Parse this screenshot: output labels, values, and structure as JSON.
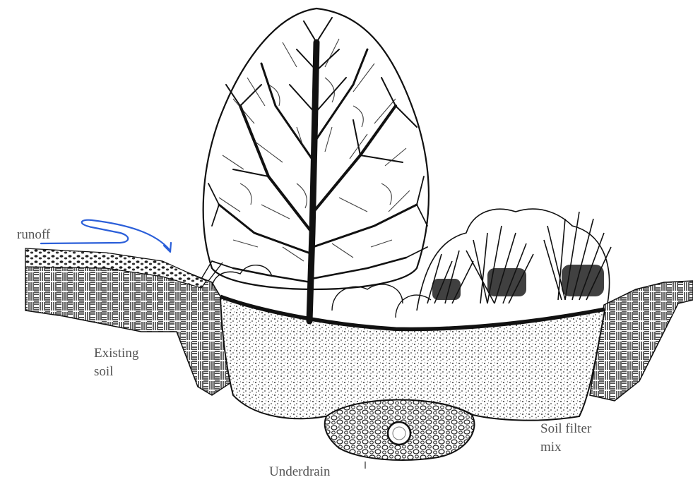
{
  "labels": {
    "runoff": "runoff",
    "existing_soil_line1": "Existing",
    "existing_soil_line2": "soil",
    "soil_filter_line1": "Soil filter",
    "soil_filter_line2": "mix",
    "underdrain": "Underdrain"
  },
  "colors": {
    "runoff_arrow": "#2b5fd9",
    "ink": "#1a1a1a",
    "label_text": "#555555"
  }
}
